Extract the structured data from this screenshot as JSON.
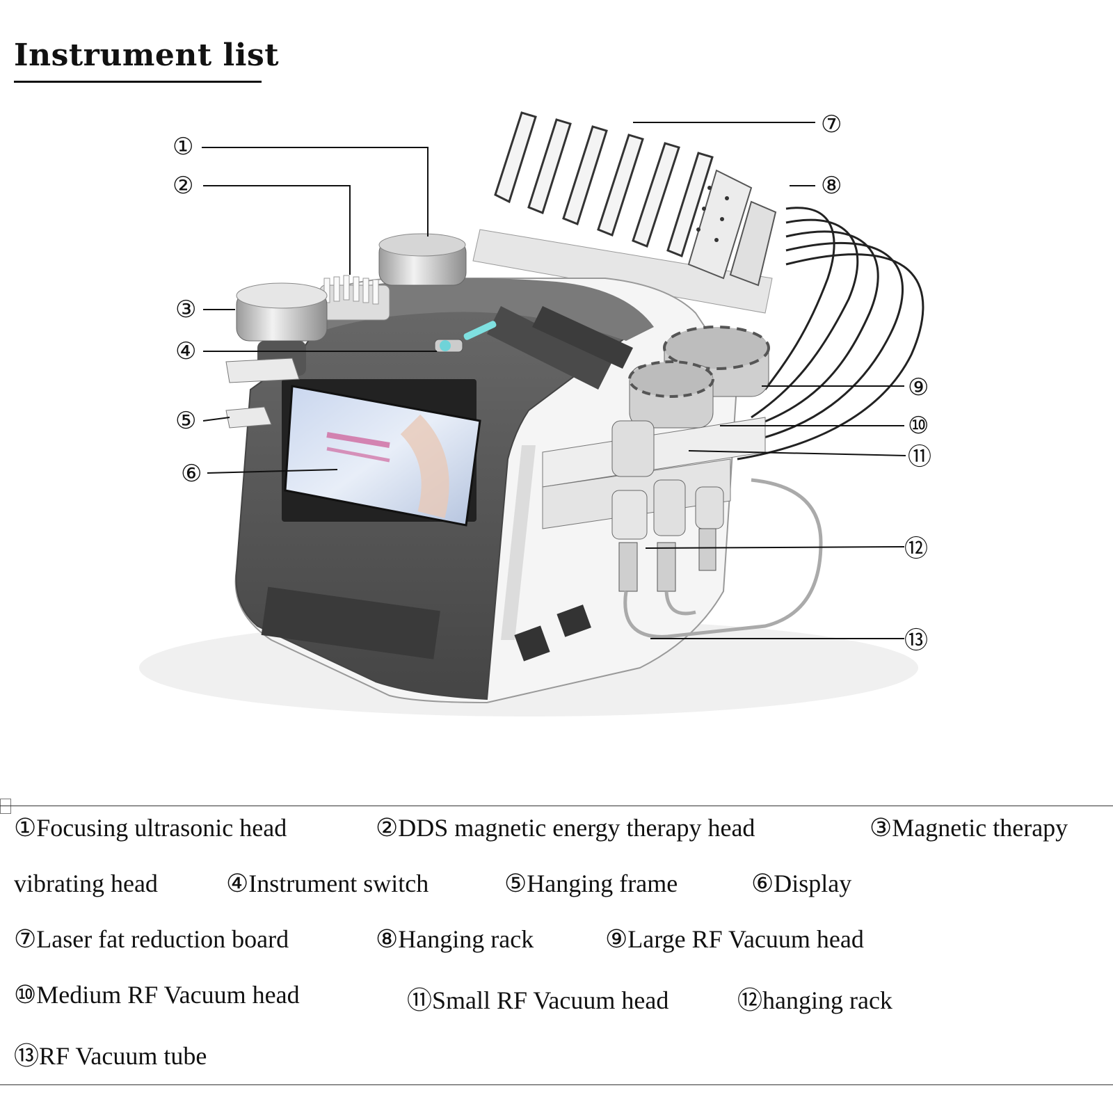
{
  "title": "Instrument list",
  "callouts": [
    "①",
    "②",
    "③",
    "④",
    "⑤",
    "⑥",
    "⑦",
    "⑧",
    "⑨",
    "⑩",
    "⑪",
    "⑫",
    "⑬"
  ],
  "legend": [
    {
      "label": "①Focusing ultrasonic head"
    },
    {
      "label": "②DDS magnetic energy therapy head"
    },
    {
      "label": "③Magnetic therapy"
    },
    {
      "label": "vibrating head"
    },
    {
      "label": "④Instrument switch"
    },
    {
      "label": "⑤Hanging frame"
    },
    {
      "label": "⑥Display"
    },
    {
      "label": "⑦Laser fat reduction board"
    },
    {
      "label": "⑧Hanging rack"
    },
    {
      "label": "⑨Large RF Vacuum head"
    },
    {
      "label": "⑩Medium RF Vacuum head"
    },
    {
      "label": "⑪Small RF Vacuum head"
    },
    {
      "label": "⑫hanging rack"
    },
    {
      "label": "⑬RF Vacuum tube"
    }
  ]
}
